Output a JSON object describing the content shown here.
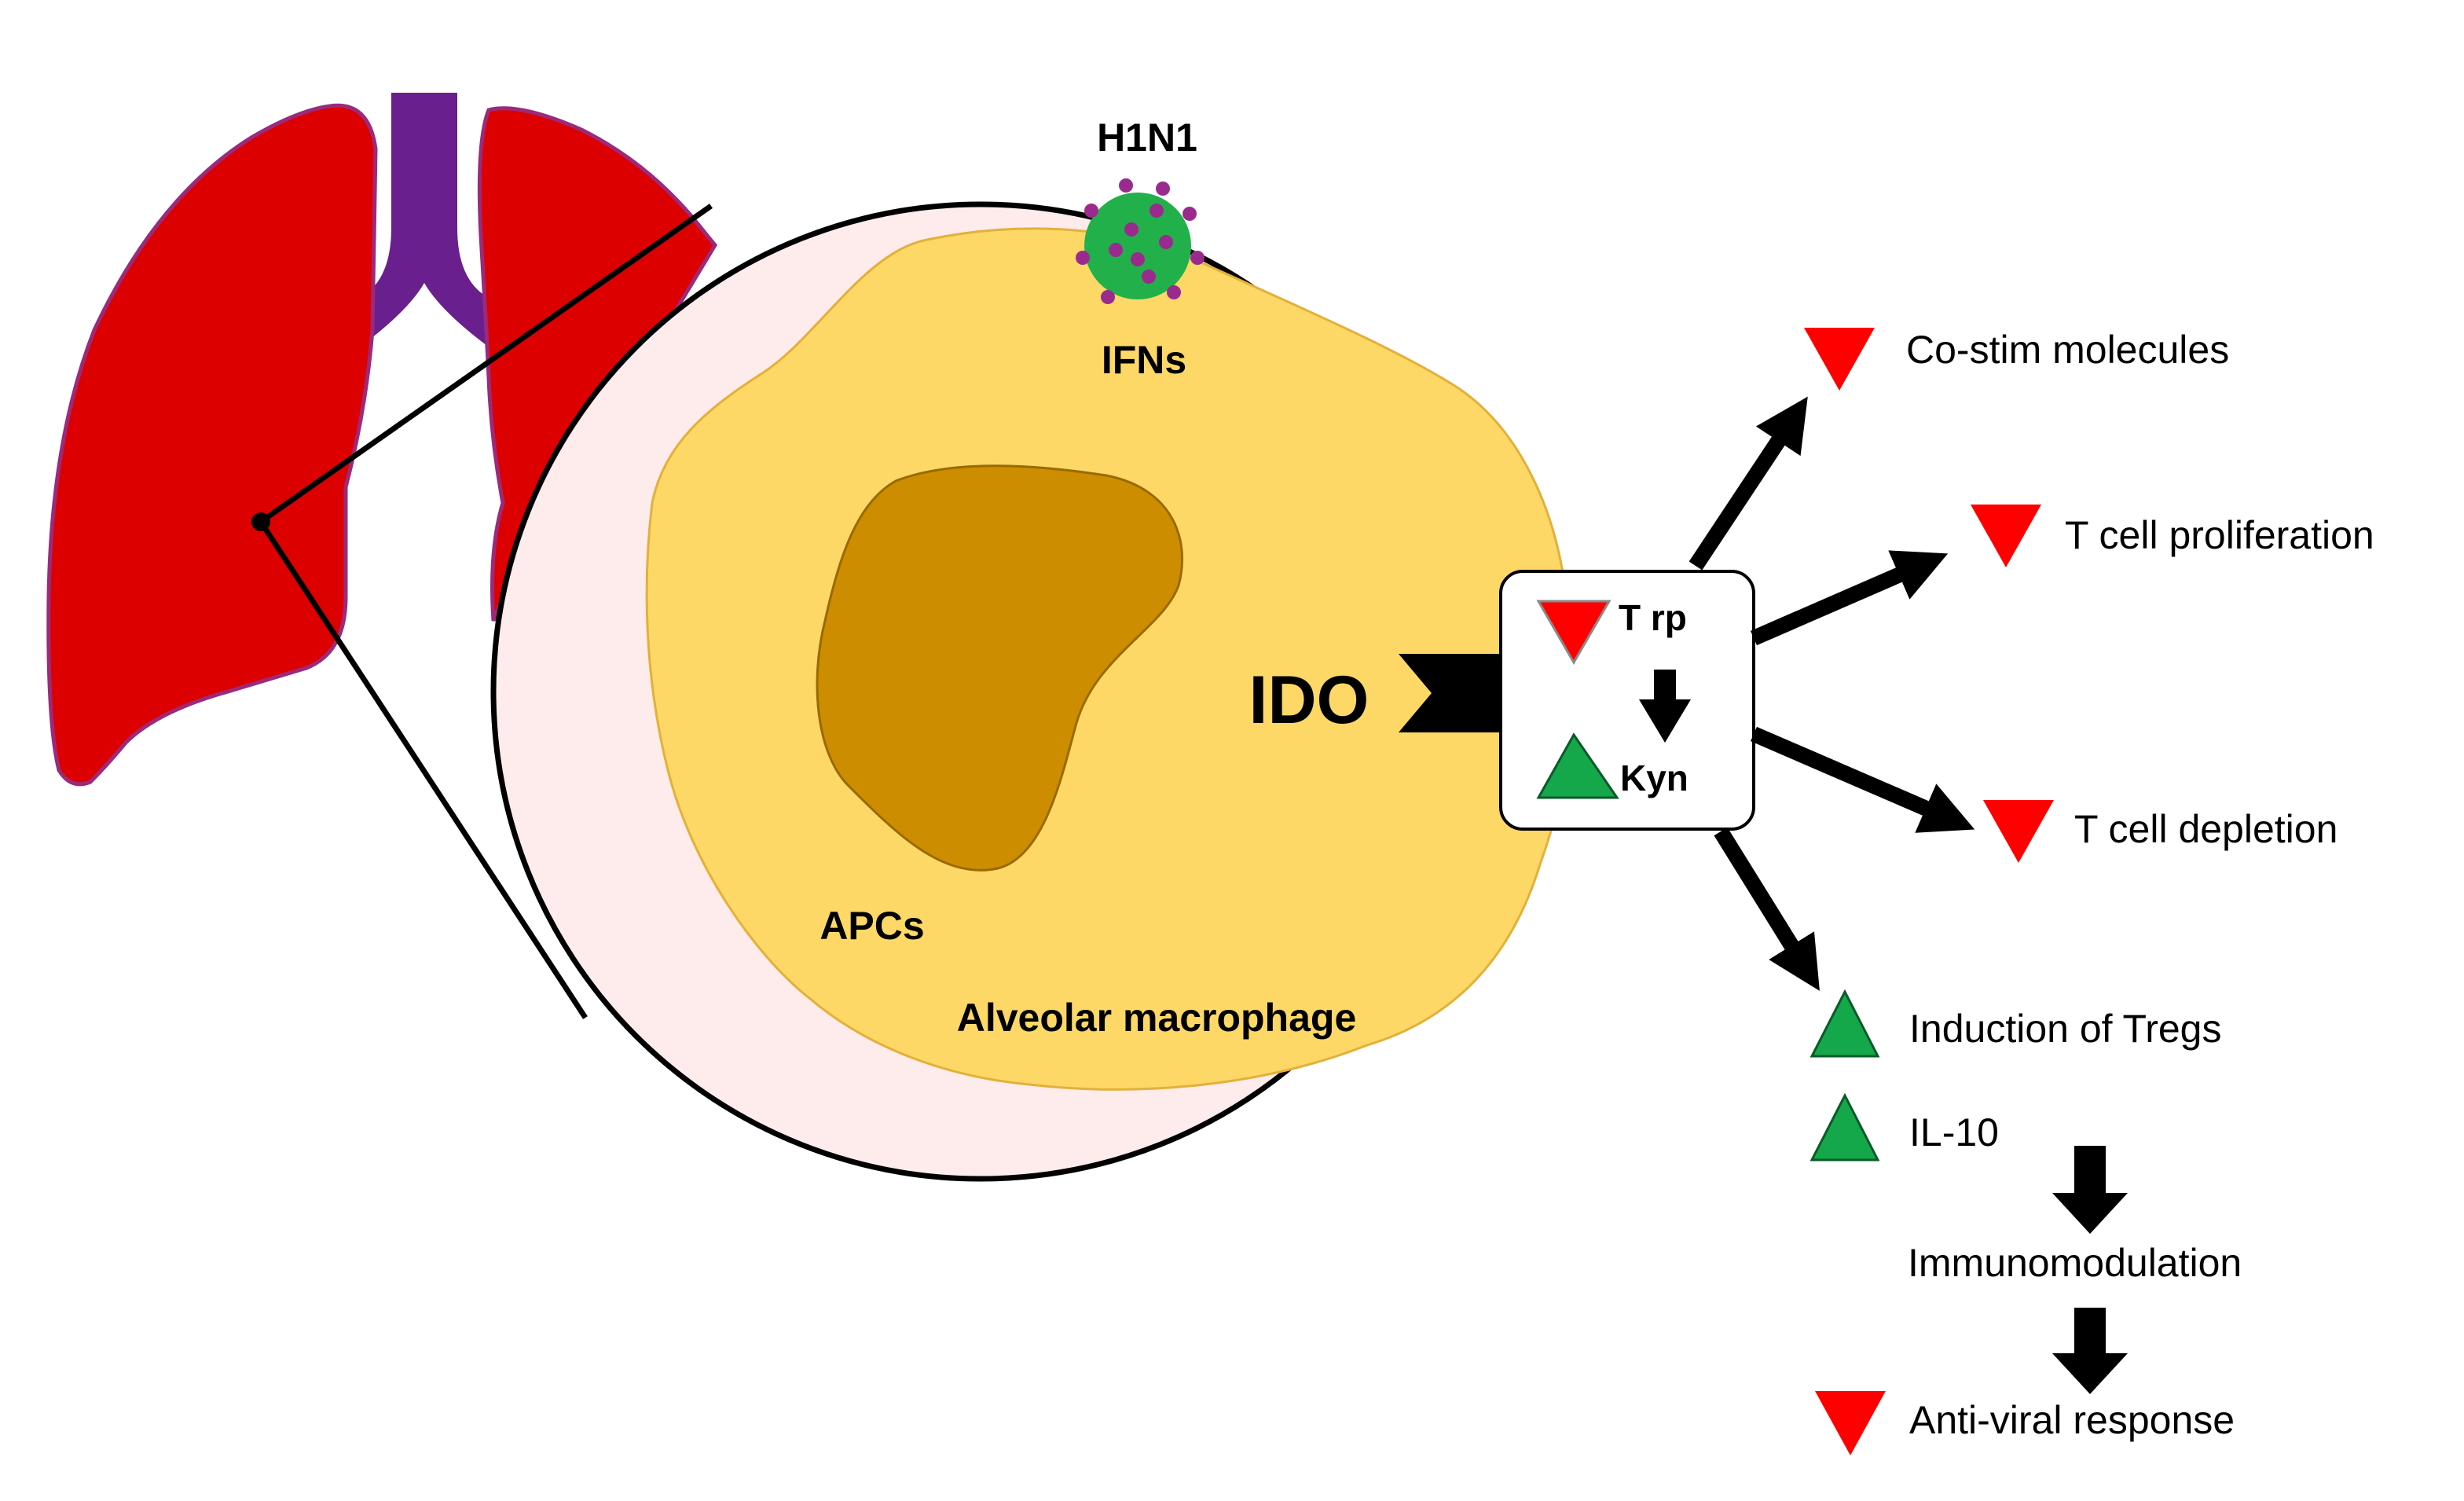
{
  "virus": {
    "label": "H1N1"
  },
  "ifn": {
    "label": "IFNs"
  },
  "cell": {
    "apcs_label": "APCs",
    "macrophage_label": "Alveolar macrophage"
  },
  "enzyme": {
    "label": "IDO"
  },
  "metabolism": {
    "substrate": "T rp",
    "product": "Kyn"
  },
  "effects": [
    {
      "label": "Co-stim molecules",
      "direction": "down"
    },
    {
      "label": "T cell proliferation",
      "direction": "down"
    },
    {
      "label": "T cell depletion",
      "direction": "down"
    },
    {
      "label": "Induction of Tregs",
      "direction": "up"
    },
    {
      "label": "IL-10",
      "direction": "up"
    }
  ],
  "outcome": {
    "immunomodulation": "Immunomodulation",
    "antiviral": {
      "label": "Anti-viral response",
      "direction": "down"
    }
  },
  "colors": {
    "lung": "#dd0000",
    "lung_outline": "#9b2a7a",
    "trachea": "#6a1f8f",
    "zoom_circle": "#fdeceb",
    "macrophage": "#fdd866",
    "nucleus": "#cc8e00",
    "virus": "#22b04a",
    "virus_dots": "#9b2a8f",
    "down_marker": "#ff0000",
    "up_marker": "#14a84a"
  }
}
